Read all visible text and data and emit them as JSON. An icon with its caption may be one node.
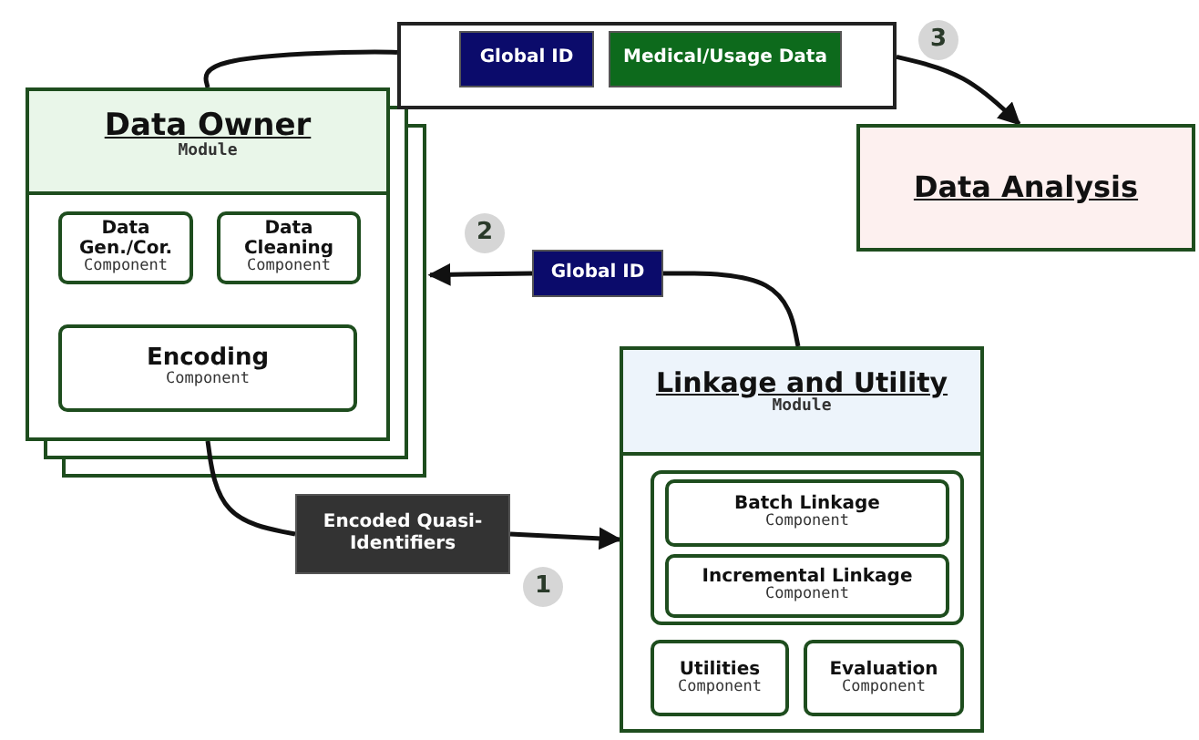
{
  "diagram": {
    "nodes": [
      {
        "text": [
          "Data Owner",
          "Module"
        ]
      },
      {
        "text": [
          "Data Gen./Cor.",
          "Component"
        ],
        "in": 0
      },
      {
        "text": [
          "Data Cleaning",
          "Component"
        ],
        "in": 0
      },
      {
        "text": [
          "Encoding",
          "Component"
        ],
        "in": 0
      },
      {
        "text": [],
        "shape": "box"
      },
      {
        "text": [
          "Global ID"
        ],
        "in": 4
      },
      {
        "text": [
          "Medical/Usage Data"
        ],
        "in": 4
      },
      {
        "text": [
          "Data Analysis"
        ]
      },
      {
        "text": [
          "Global ID"
        ]
      },
      {
        "text": [
          "Encoded Quasi-Identifiers"
        ]
      },
      {
        "text": [
          "Linkage and Utility",
          "Module"
        ]
      },
      {
        "text": [],
        "shape": "box",
        "in": 10
      },
      {
        "text": [
          "Batch Linkage",
          "Component"
        ],
        "in": 11
      },
      {
        "text": [
          "Incremental Linkage",
          "Component"
        ],
        "in": 11
      },
      {
        "text": [
          "Utilities",
          "Component"
        ],
        "in": 10
      },
      {
        "text": [
          "Evaluation",
          "Component"
        ],
        "in": 10
      }
    ],
    "edges": [
      {
        "from": 0,
        "to": 4,
        "arrow": "none"
      },
      {
        "from": 4,
        "to": 7,
        "arrow": "to"
      },
      {
        "from": 10,
        "to": 8,
        "arrow": "none"
      },
      {
        "from": 8,
        "to": 0,
        "arrow": "to"
      },
      {
        "from": 0,
        "to": 9,
        "arrow": "none"
      },
      {
        "from": 9,
        "to": 10,
        "arrow": "to"
      }
    ],
    "labels": [
      "3",
      "2",
      "1"
    ]
  }
}
